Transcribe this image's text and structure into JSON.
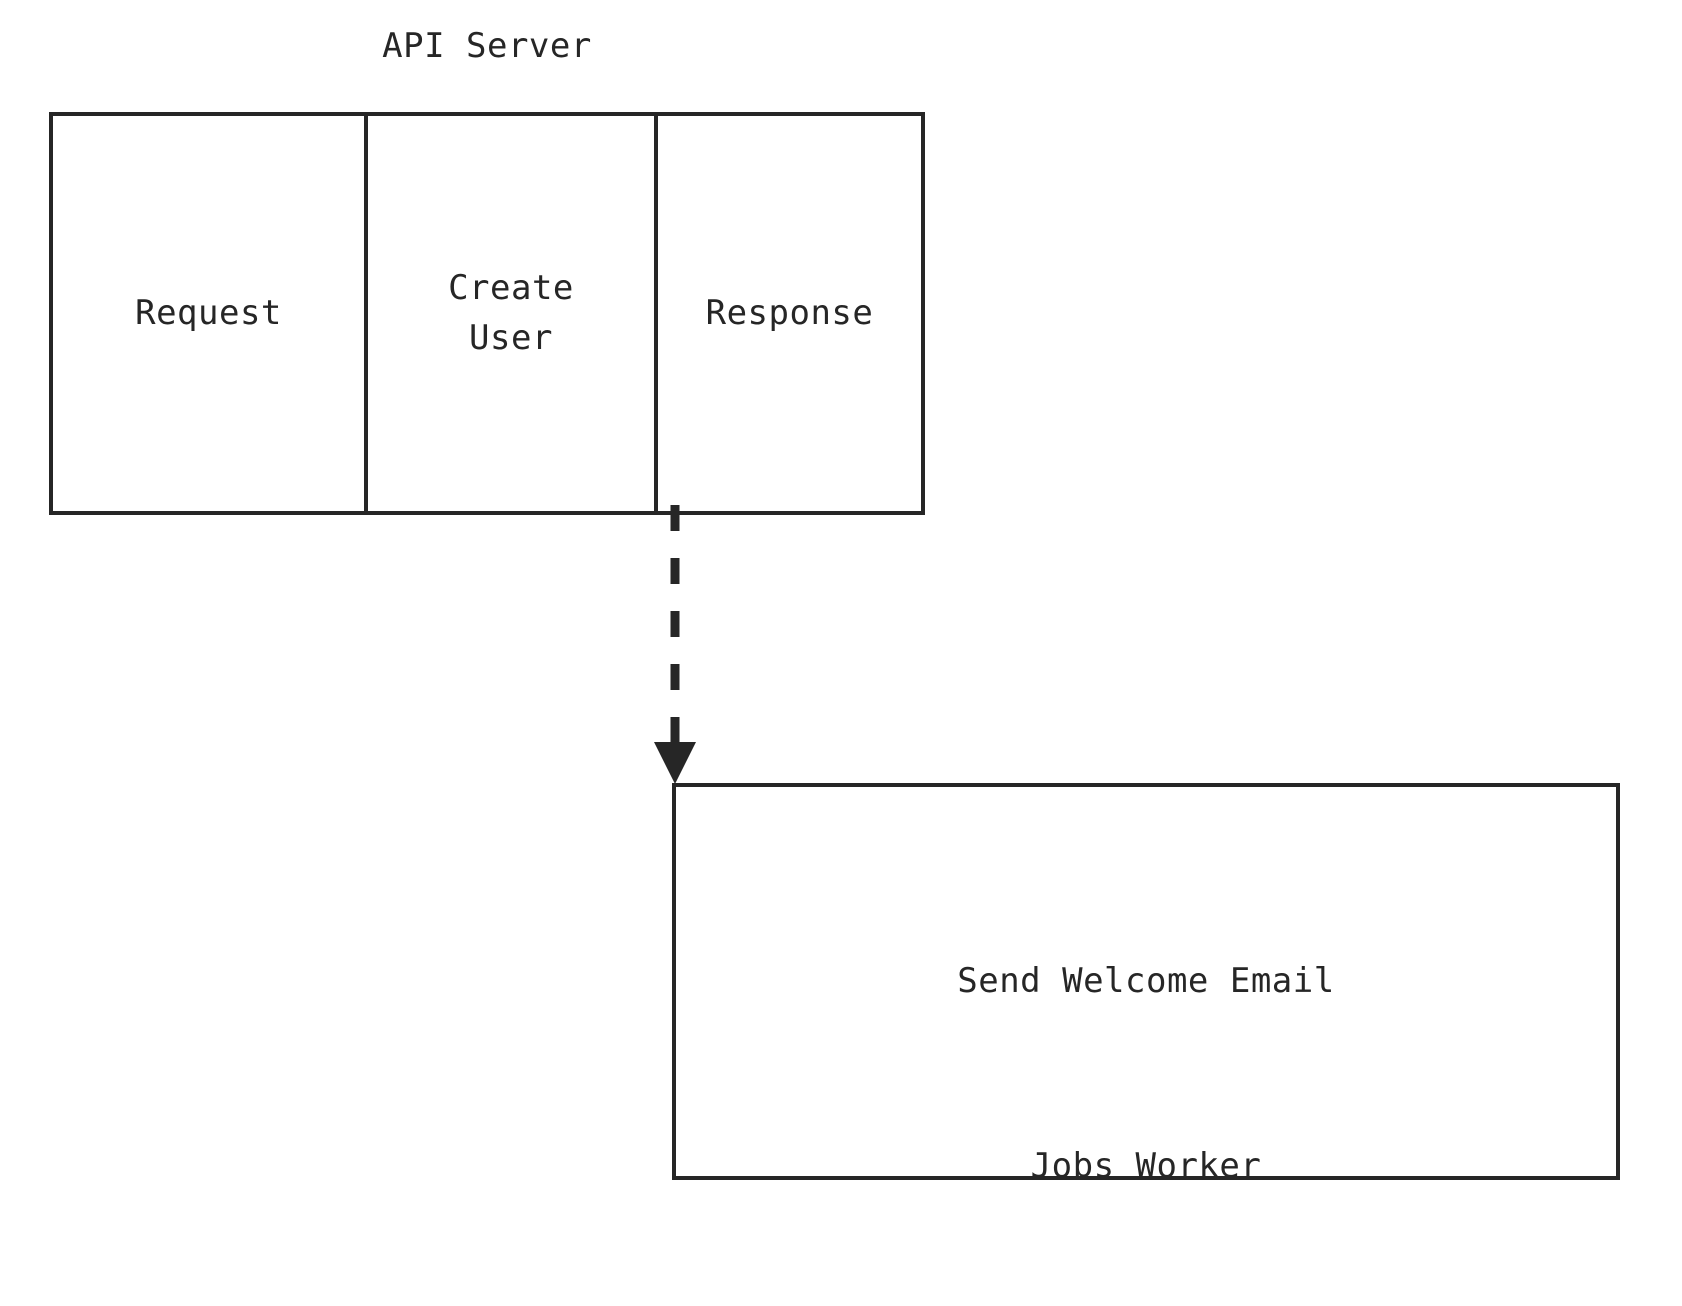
{
  "diagram": {
    "type": "flow-sequence",
    "background_color": "#ffffff",
    "stroke_color": "#262626",
    "lanes": [
      {
        "id": "api-server",
        "title": "API Server",
        "title_position": "above",
        "cells": [
          {
            "label": "Request"
          },
          {
            "label": "Create\nUser"
          },
          {
            "label": "Response"
          }
        ]
      },
      {
        "id": "jobs-worker",
        "title": "Jobs Worker",
        "title_position": "below",
        "cells": [
          {
            "label": "Send Welcome Email"
          }
        ]
      }
    ],
    "connector": {
      "id": "async-dispatch",
      "style": "dashed",
      "direction": "down",
      "arrowhead": "filled-triangle",
      "from": "api-server.cell.create-user",
      "to": "jobs-worker.cell.send-welcome-email",
      "label": ""
    }
  }
}
